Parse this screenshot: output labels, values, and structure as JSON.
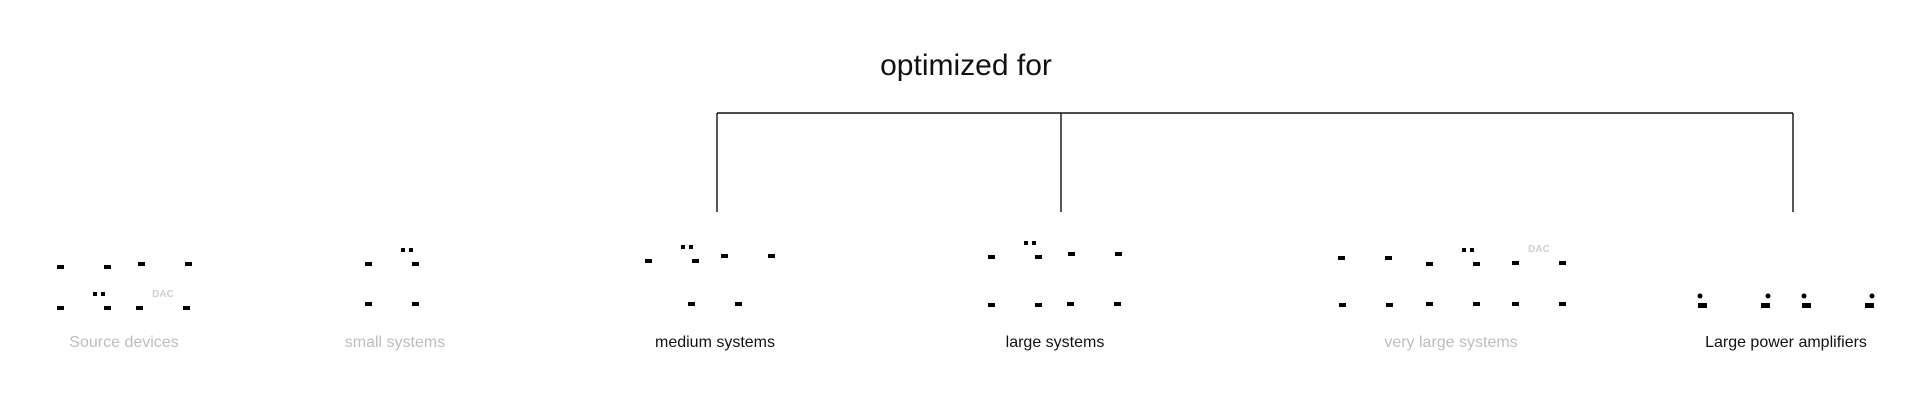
{
  "title": "optimized for",
  "categories": [
    {
      "id": "source-devices",
      "label": "Source devices",
      "highlighted": false
    },
    {
      "id": "small-systems",
      "label": "small systems",
      "highlighted": false
    },
    {
      "id": "medium-systems",
      "label": "medium systems",
      "highlighted": true
    },
    {
      "id": "large-systems",
      "label": "large systems",
      "highlighted": true
    },
    {
      "id": "very-large-systems",
      "label": "very large systems",
      "highlighted": false
    },
    {
      "id": "large-power-amplifiers",
      "label": "Large power amplifiers",
      "highlighted": true
    }
  ],
  "dac_label": "DAC",
  "colors": {
    "active": "#111111",
    "inactive": "#cfcfcf",
    "inactive_text": "#bdbdbd"
  }
}
